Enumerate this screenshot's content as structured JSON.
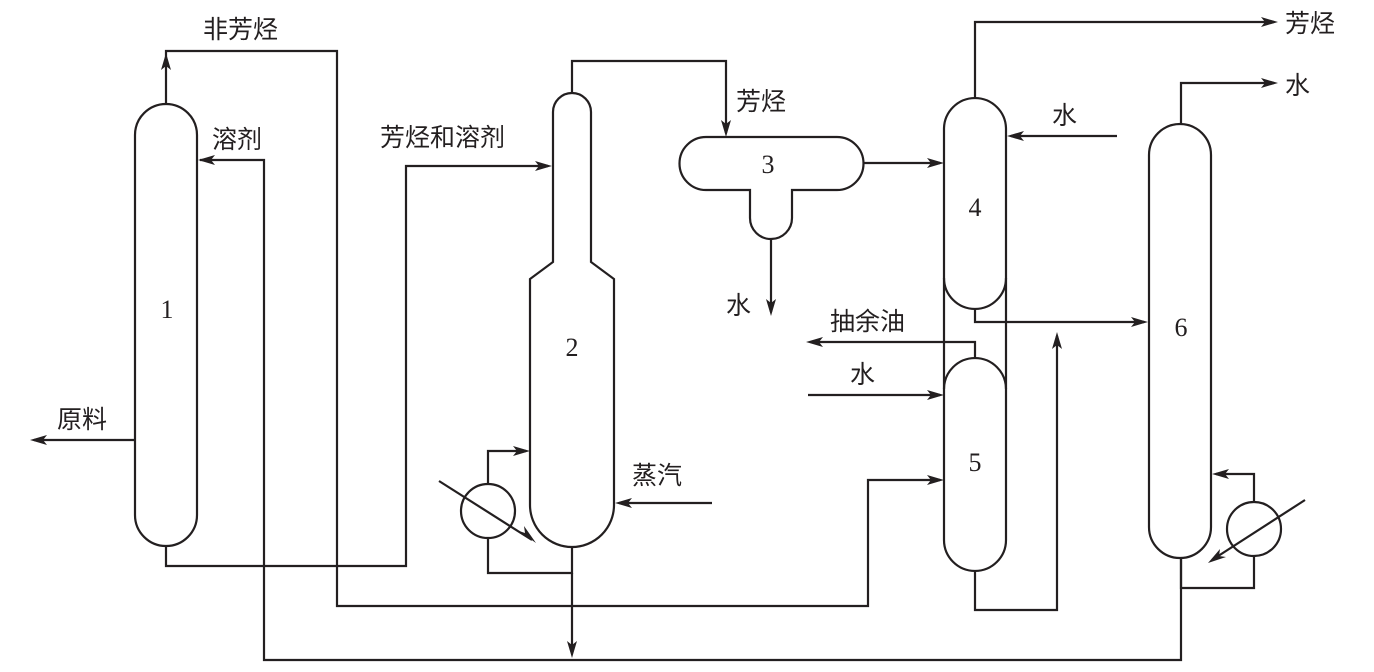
{
  "diagram": {
    "type": "process-flow",
    "description": "Aromatics extraction process flowsheet",
    "units": [
      {
        "id": "1",
        "label": "1"
      },
      {
        "id": "2",
        "label": "2"
      },
      {
        "id": "3",
        "label": "3"
      },
      {
        "id": "4",
        "label": "4"
      },
      {
        "id": "5",
        "label": "5"
      },
      {
        "id": "6",
        "label": "6"
      }
    ],
    "streams": {
      "non_aromatics": "非芳烃",
      "solvent": "溶剂",
      "aromatics_and_solvent": "芳烃和溶剂",
      "aromatics_to_3": "芳烃",
      "water_from_3": "水",
      "aromatics_product": "芳烃",
      "water_to_4": "水",
      "water_from_6": "水",
      "raffinate": "抽余油",
      "water_to_5": "水",
      "feed": "原料",
      "steam": "蒸汽"
    },
    "colors": {
      "line": "#231f20",
      "background": "#ffffff"
    }
  }
}
